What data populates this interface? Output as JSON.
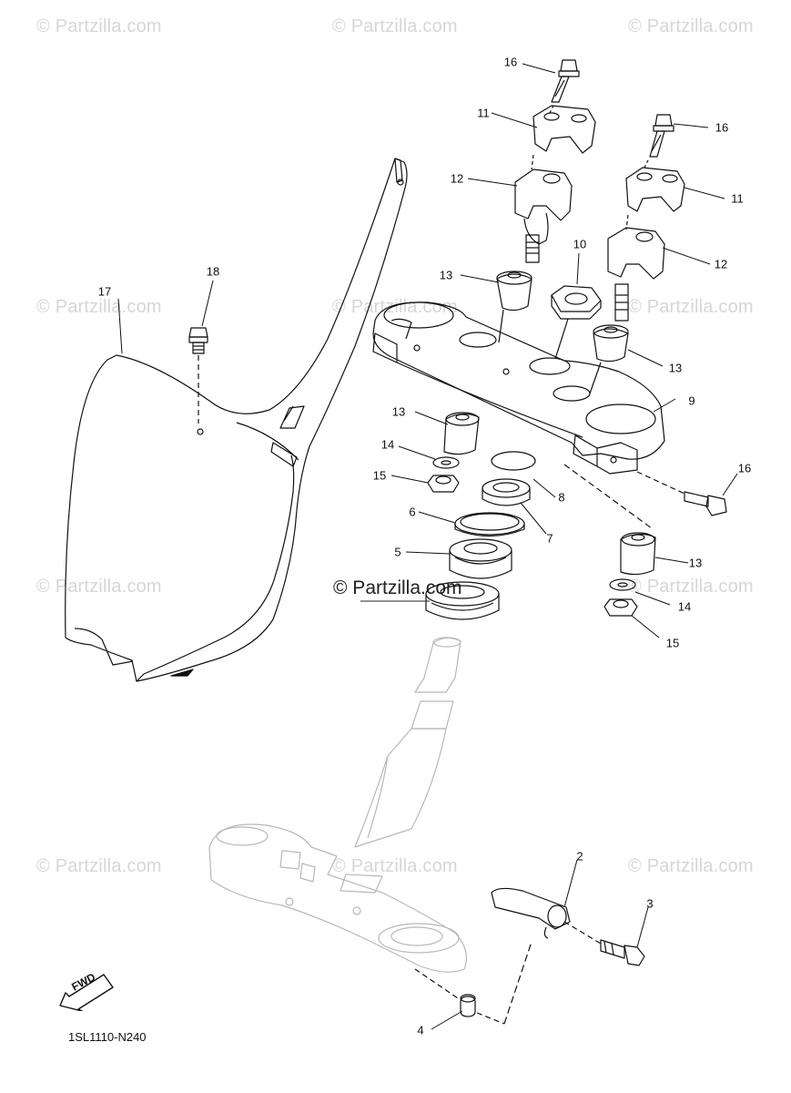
{
  "watermarks": {
    "brand": "© Partzilla.com",
    "center": "© Partzilla.com"
  },
  "diagram_code": "1SL1110-N240",
  "fwd_label": "FWD",
  "callouts": {
    "c2": "2",
    "c3": "3",
    "c4": "4",
    "c5": "5",
    "c6": "6",
    "c7": "7",
    "c8": "8",
    "c9": "9",
    "c10": "10",
    "c11a": "11",
    "c11b": "11",
    "c12a": "12",
    "c12b": "12",
    "c13a": "13",
    "c13b": "13",
    "c13c": "13",
    "c13d": "13",
    "c14a": "14",
    "c14b": "14",
    "c15a": "15",
    "c15b": "15",
    "c16a": "16",
    "c16b": "16",
    "c16c": "16",
    "c17": "17",
    "c18": "18"
  }
}
